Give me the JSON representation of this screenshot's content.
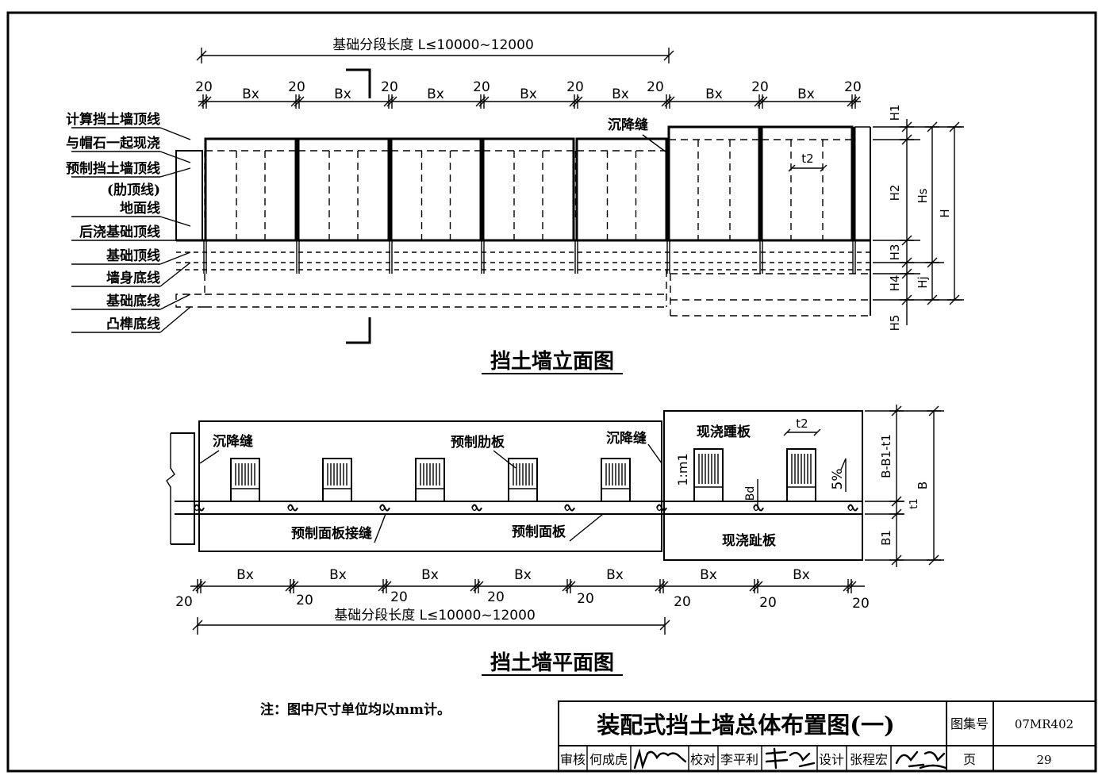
{
  "elevation": {
    "title": "挡土墙立面图",
    "segment_length": "基础分段长度 L≤10000~12000",
    "panel_label": "Bx",
    "gap_label": "20",
    "joint_label": "沉降缝",
    "t2_label": "t2",
    "callouts": [
      "计算挡土墙顶线",
      "与帽石一起现浇",
      "预制挡土墙顶线",
      "(肋顶线)",
      "地面线",
      "后浇基础顶线",
      "基础顶线",
      "墙身底线",
      "基础底线",
      "凸榫底线"
    ],
    "right_dims": [
      "H1",
      "H2",
      "H3",
      "H4",
      "H5",
      "Hs",
      "Hj",
      "H"
    ]
  },
  "plan": {
    "title": "挡土墙平面图",
    "segment_length": "基础分段长度 L≤10000~12000",
    "panel_label": "Bx",
    "gap_label": "20",
    "joint_label_left": "沉降缝",
    "joint_label_right": "沉降缝",
    "rib_label": "预制肋板",
    "panel_joint_label": "预制面板接缝",
    "face_panel_label": "预制面板",
    "cast_heel_label": "现浇踵板",
    "cast_toe_label": "现浇趾板",
    "t2_label": "t2",
    "slope_label": "1:m1",
    "bd_label": "Bd",
    "percent_label": "5%",
    "right_dims": [
      "B-B1-t1",
      "t1",
      "B1",
      "B"
    ]
  },
  "note": "注：图中尺寸单位均以mm计。",
  "title_block": {
    "title": "装配式挡土墙总体布置图(一)",
    "atlas_label": "图集号",
    "atlas_value": "07MR402",
    "page_label": "页",
    "page_value": "29",
    "review_label": "审核",
    "review_name": "何成虎",
    "check_label": "校对",
    "check_name": "李平利",
    "design_label": "设计",
    "design_name": "张程宏"
  }
}
